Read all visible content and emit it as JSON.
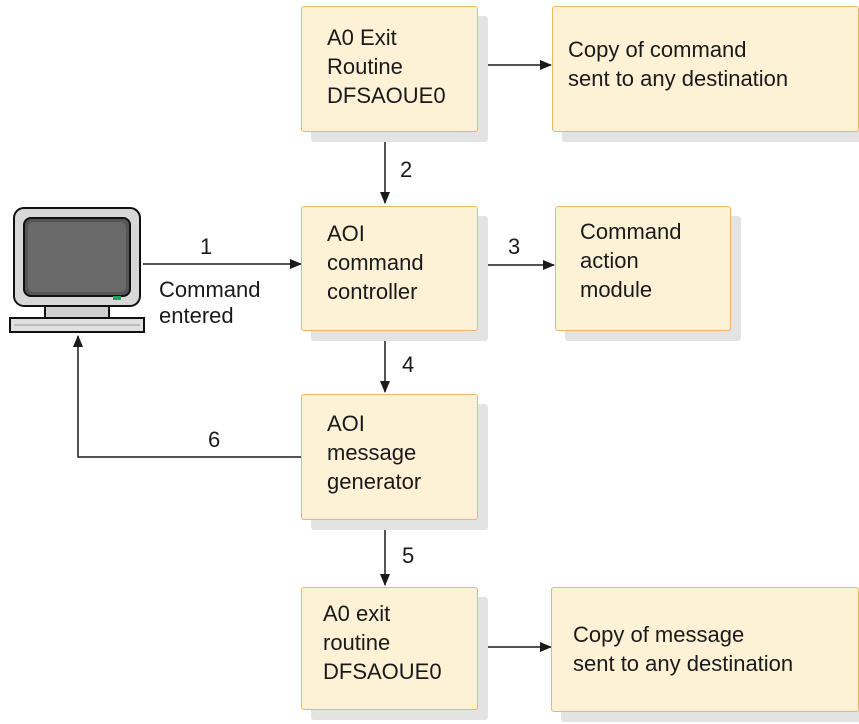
{
  "boxes": {
    "a0_exit_top": "A0 Exit\nRoutine\nDFSAOUE0",
    "copy_command": "Copy of command\nsent to any destination",
    "aoi_command_controller": "AOI\ncommand\ncontroller",
    "command_action_module": "Command\naction\nmodule",
    "aoi_message_generator": "AOI\nmessage\ngenerator",
    "a0_exit_bottom": "A0 exit\nroutine\nDFSAOUE0",
    "copy_message": "Copy of message\nsent to any destination"
  },
  "steps": {
    "s1": "1",
    "s2": "2",
    "s3": "3",
    "s4": "4",
    "s5": "5",
    "s6": "6"
  },
  "labels": {
    "command_entered": "Command\nentered"
  },
  "colors": {
    "box_fill": "#fdf1d6",
    "box_border": "#e7b866",
    "shadow": "#e3e3e3",
    "line": "#1a1a1a"
  },
  "icons": {
    "terminal": "computer-terminal-icon"
  }
}
